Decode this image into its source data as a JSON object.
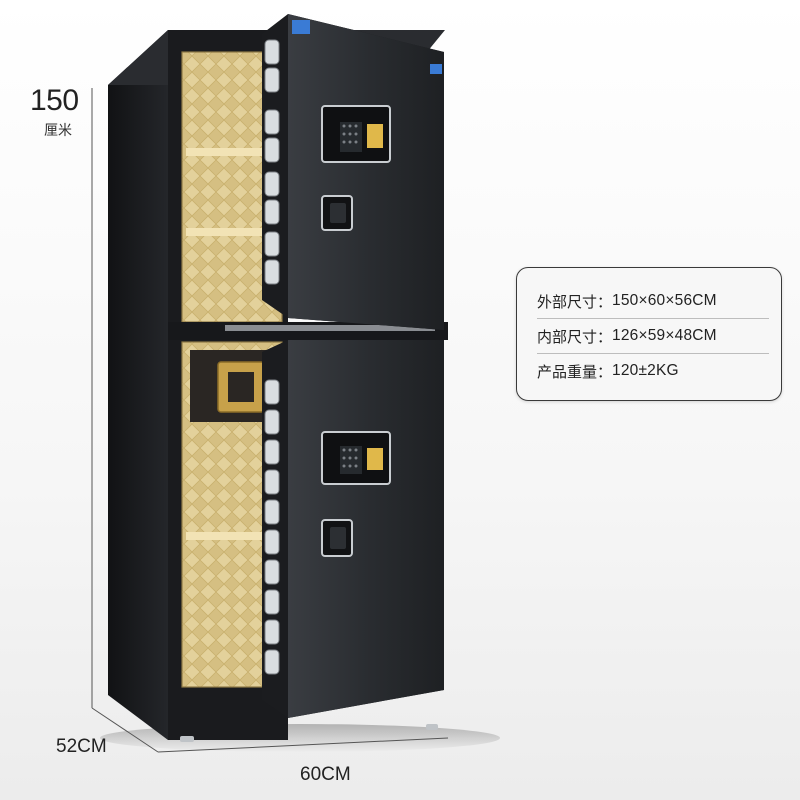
{
  "dimensions": {
    "height_value": "150",
    "height_unit": "厘米",
    "depth_label": "52CM",
    "width_label": "60CM"
  },
  "specs": [
    {
      "label": "外部尺寸：",
      "value": "150×60×56CM"
    },
    {
      "label": "内部尺寸：",
      "value": "126×59×48CM"
    },
    {
      "label": "产品重量：",
      "value": "120±2KG"
    }
  ],
  "icons": {
    "keypad": "keypad-icon",
    "handle": "door-handle-icon",
    "brand": "brand-logo-icon",
    "hinge": "hinge-icon"
  },
  "colors": {
    "body": "#1d1f22",
    "door": "#2b2e33",
    "interior": "#d8c48e",
    "chrome": "#d9dde0",
    "keypad_accent": "#e0b84a"
  }
}
